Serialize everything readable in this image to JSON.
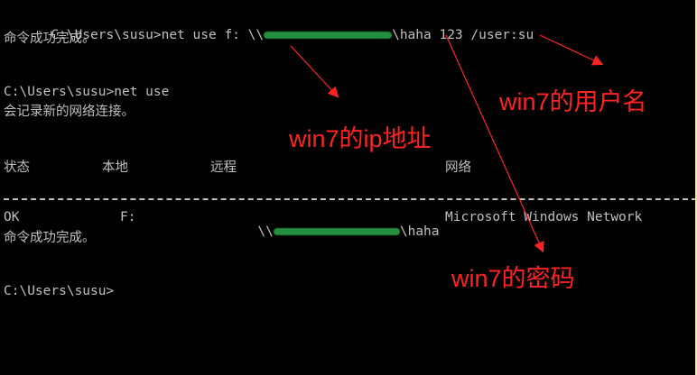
{
  "console": {
    "lines": {
      "cmd1_prefix": "C:\\Users\\susu>net use f: \\\\",
      "cmd1_suffix": "\\haha 123 /user:su",
      "ok1": "命令成功完成。",
      "cmd2": "C:\\Users\\susu>net use",
      "info": "会记录新的网络连接。",
      "ok2": "命令成功完成。",
      "prompt": "C:\\Users\\susu>"
    },
    "table": {
      "headers": [
        "状态",
        "本地",
        "远程",
        "网络"
      ],
      "row": {
        "status": "OK",
        "local": "F:",
        "remote_prefix": "\\\\",
        "remote_suffix": "\\haha",
        "network": "Microsoft Windows Network"
      }
    },
    "separator": "----------------------------------------------------------------------------------------------"
  },
  "annotations": {
    "ip": "win7的ip地址",
    "user": "win7的用户名",
    "password": "win7的密码"
  },
  "colors": {
    "background": "#000000",
    "text": "#c0c0c0",
    "annotation": "#ff2222",
    "redaction": "#2aa84a"
  }
}
